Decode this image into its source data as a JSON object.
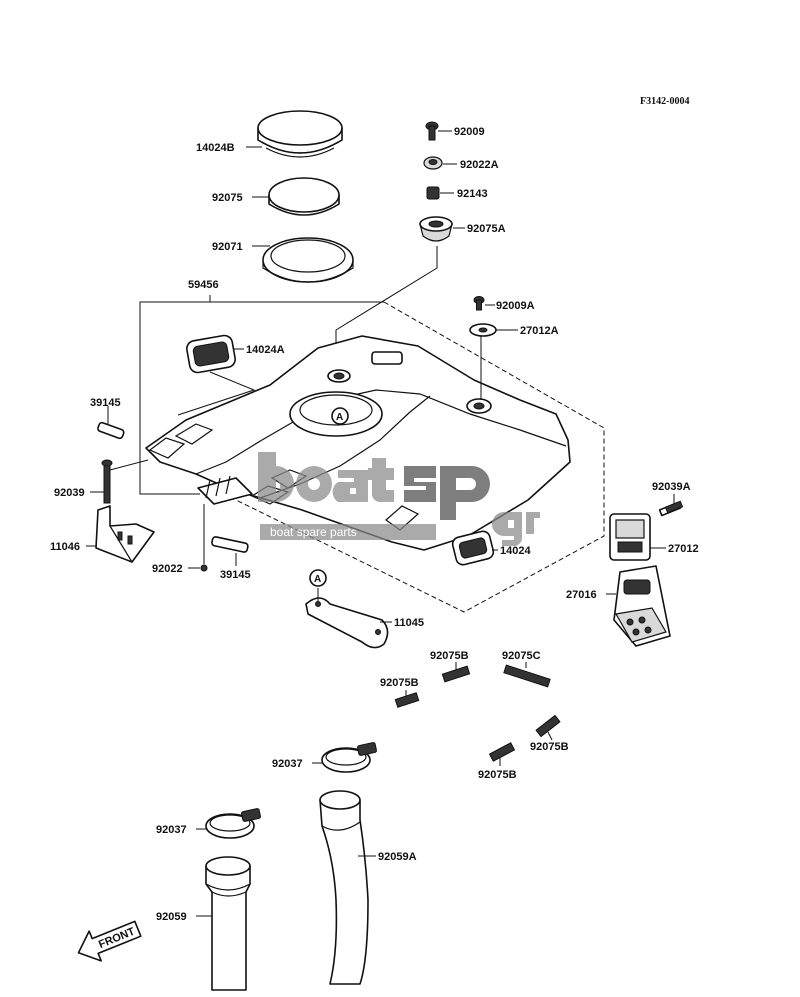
{
  "diagram": {
    "code": "F3142-0004",
    "ref_marker": "A",
    "front_label": "FRONT",
    "watermark": {
      "brand_main": "boatsp",
      "brand_suffix": ".gr",
      "tagline": "boat spare parts"
    }
  },
  "parts": {
    "p14024B": "14024B",
    "p92075": "92075",
    "p92071": "92071",
    "p92009": "92009",
    "p92022A": "92022A",
    "p92143": "92143",
    "p92075A": "92075A",
    "p59456": "59456",
    "p92009A": "92009A",
    "p27012A": "27012A",
    "p14024A": "14024A",
    "p39145a": "39145",
    "p92039": "92039",
    "p11046": "11046",
    "p92022": "92022",
    "p39145b": "39145",
    "p14024": "14024",
    "p92039A": "92039A",
    "p27012": "27012",
    "p27016": "27016",
    "p11045": "11045",
    "p92075B1": "92075B",
    "p92075C": "92075C",
    "p92075B2": "92075B",
    "p92075B3": "92075B",
    "p92075B4": "92075B",
    "p92037a": "92037",
    "p92037b": "92037",
    "p92059A": "92059A",
    "p92059": "92059"
  }
}
